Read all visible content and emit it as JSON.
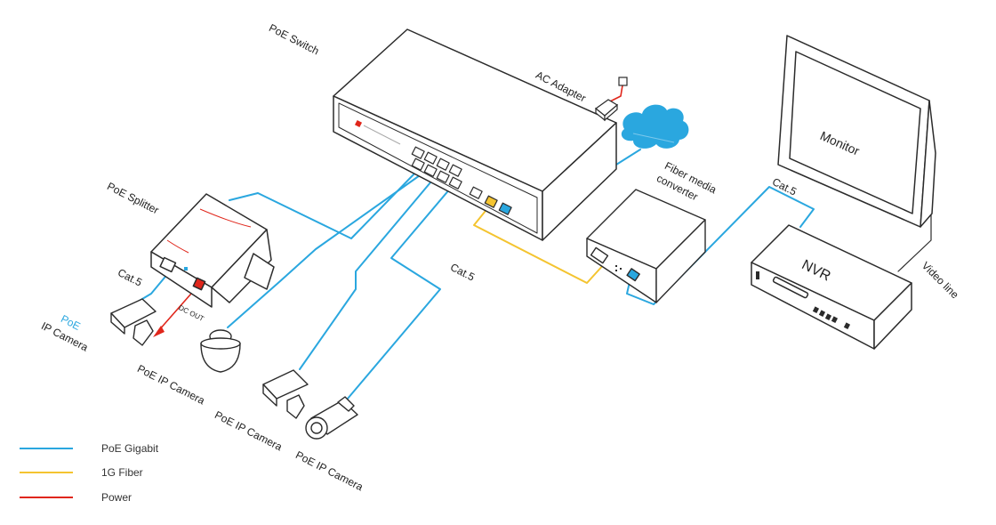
{
  "labels": {
    "poe_switch": "PoE Switch",
    "ac_adapter": "AC Adapter",
    "fiber_media_converter_line1": "Fiber media",
    "fiber_media_converter_line2": "converter",
    "monitor": "Monitor",
    "cat5_top_right": "Cat.5",
    "nvr": "NVR",
    "video_line": "Video line",
    "poe_splitter": "PoE Splitter",
    "cat5_left": "Cat.5",
    "poe_highlight": "PoE",
    "ip_camera": "IP Camera",
    "dc_out": "DC OUT",
    "cat5_center": "Cat.5",
    "poe_ip_camera_1": "PoE IP Camera",
    "poe_ip_camera_2": "PoE IP Camera",
    "poe_ip_camera_3": "PoE IP Camera"
  },
  "legend": [
    {
      "label": "PoE Gigabit",
      "color": "#2aa7df"
    },
    {
      "label": "1G Fiber",
      "color": "#f4c430"
    },
    {
      "label": "Power",
      "color": "#e0261b"
    }
  ],
  "colors": {
    "poe_line": "#2aa7df",
    "fiber_line": "#f4c430",
    "power_line": "#e0261b",
    "outline": "#2b2b2b",
    "cloud": "#2aa7df"
  }
}
